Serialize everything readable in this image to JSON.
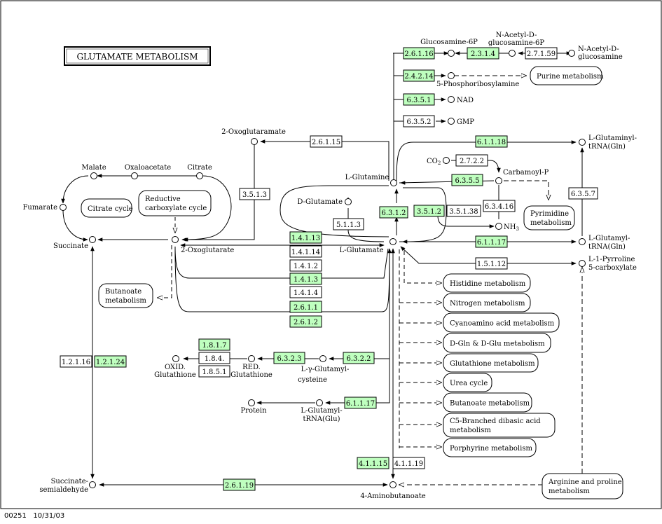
{
  "title": "GLUTAMATE METABOLISM",
  "footer": {
    "map_id": "00251",
    "date": "10/31/03"
  },
  "compounds": {
    "glucosamine_6p": "Glucosamine-6P",
    "n_acetyl_glucosamine_6p_l1": "N-Acetyl-D-",
    "n_acetyl_glucosamine_6p_l2": "glucosamine-6P",
    "n_acetyl_glucosamine_l1": "N-Acetyl-D-",
    "n_acetyl_glucosamine_l2": "glucosamine",
    "phosphoribosylamine": "5-Phosphoribosylamine",
    "nad": "NAD",
    "gmp": "GMP",
    "oxoglutaramate": "2-Oxoglutaramate",
    "l_glutaminyl_trna_l1": "L-Glutaminyl-",
    "l_glutaminyl_trna_l2": "tRNA(Gln)",
    "malate": "Malate",
    "oxaloacetate": "Oxaloacetate",
    "citrate": "Citrate",
    "co2": "CO",
    "co2_sub": "2",
    "carbamoyl_p": "Carbamoyl-P",
    "l_glutamine": "L-Glutamine",
    "fumarate": "Fumarate",
    "d_glutamate": "D-Glutamate",
    "nh3": "NH",
    "nh3_sub": "3",
    "succinate": "Succinate",
    "oxoglutarate": "2-Oxoglutarate",
    "l_glutamate": "L-Glutamate",
    "l_glutamyl_trna_l1": "L-Glutamyl-",
    "l_glutamyl_trna_l2": "tRNA(Gln)",
    "l_pyrroline_l1": "L-1-Pyrroline",
    "l_pyrroline_l2": "5-carboxylate",
    "oxid_glutathione_l1": "OXID.",
    "oxid_glutathione_l2": "Glutathione",
    "red_glutathione_l1": "RED.",
    "red_glutathione_l2": "Glutathione",
    "glutamylcysteine_l1": "L-γ-Glutamyl-",
    "glutamylcysteine_l2": "cysteine",
    "protein": "Protein",
    "l_glutamyl_trna_glu_l1": "L-Glutamyl-",
    "l_glutamyl_trna_glu_l2": "tRNA(Glu)",
    "succinate_semialdehyde_l1": "Succinate-",
    "succinate_semialdehyde_l2": "semialdehyde",
    "aminobutanoate": "4-Aminobutanoate"
  },
  "pathways": {
    "purine": "Purine metabolism",
    "citrate_cycle": "Citrate cycle",
    "reductive_l1": "Reductive",
    "reductive_l2": "carboxylate cycle",
    "pyrimidine_l1": "Pyrimidine",
    "pyrimidine_l2": "metabolism",
    "butanoate_left_l1": "Butanoate",
    "butanoate_left_l2": "metabolism",
    "histidine": "Histidine metabolism",
    "nitrogen": "Nitrogen metabolism",
    "cyanoamino": "Cyanoamino acid metabolism",
    "dgln": "D-Gln & D-Glu metabolism",
    "glutathione": "Glutathione metabolism",
    "urea": "Urea cycle",
    "butanoate_right": "Butanoate metabolism",
    "c5_l1": "C5-Branched dibasic acid",
    "c5_l2": "metabolism",
    "porphyrine": "Porphyrine metabolism",
    "arginine_l1": "Arginine and proline",
    "arginine_l2": "metabolism"
  },
  "enzymes": {
    "e_2_6_1_16": "2.6.1.16",
    "e_2_3_1_4": "2.3.1.4",
    "e_2_7_1_59": "2.7.1.59",
    "e_2_4_2_14": "2.4.2.14",
    "e_6_3_5_1": "6.3.5.1",
    "e_6_3_5_2": "6.3.5.2",
    "e_2_6_1_15": "2.6.1.15",
    "e_6_1_1_18": "6.1.1.18",
    "e_2_7_2_2": "2.7.2.2",
    "e_3_5_1_3": "3.5.1.3",
    "e_6_3_5_5": "6.3.5.5",
    "e_6_3_4_16": "6.3.4.16",
    "e_6_3_5_7": "6.3.5.7",
    "e_5_1_1_3": "5.1.1.3",
    "e_6_3_1_2": "6.3.1.2",
    "e_3_5_1_2": "3.5.1.2",
    "e_3_5_1_38": "3.5.1.38",
    "e_1_4_1_13": "1.4.1.13",
    "e_1_4_1_14": "1.4.1.14",
    "e_1_4_1_2": "1.4.1.2",
    "e_1_4_1_3": "1.4.1.3",
    "e_1_4_1_4": "1.4.1.4",
    "e_2_6_1_1": "2.6.1.1",
    "e_2_6_1_2": "2.6.1.2",
    "e_6_1_1_17": "6.1.1.17",
    "e_1_5_1_12": "1.5.1.12",
    "e_1_8_1_7": "1.8.1.7",
    "e_1_8_4": "1.8.4.",
    "e_1_8_5_1": "1.8.5.1",
    "e_6_3_2_3": "6.3.2.3",
    "e_6_3_2_2": "6.3.2.2",
    "e_1_2_1_16": "1.2.1.16",
    "e_1_2_1_24": "1.2.1.24",
    "e_6_1_1_17b": "6.1.1.17",
    "e_4_1_1_15": "4.1.1.15",
    "e_4_1_1_19": "4.1.1.19",
    "e_2_6_1_19": "2.6.1.19"
  },
  "colors": {
    "enzyme_present": "#bfffbf",
    "enzyme_absent": "#ffffff",
    "line": "#000000"
  }
}
